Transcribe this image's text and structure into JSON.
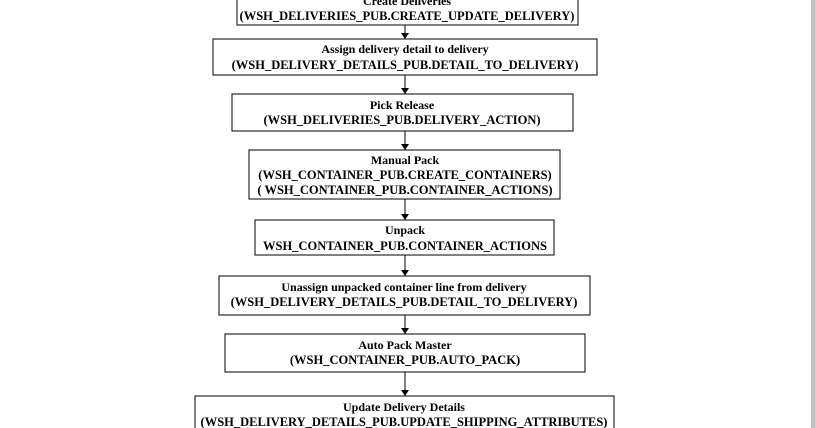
{
  "flowchart": {
    "steps": [
      {
        "title": "Create Deliveries",
        "lines": [
          "(WSH_DELIVERIES_PUB.CREATE_UPDATE_DELIVERY)"
        ]
      },
      {
        "title": "Assign delivery detail to delivery",
        "lines": [
          "(WSH_DELIVERY_DETAILS_PUB.DETAIL_TO_DELIVERY)"
        ]
      },
      {
        "title": "Pick Release",
        "lines": [
          "(WSH_DELIVERIES_PUB.DELIVERY_ACTION)"
        ]
      },
      {
        "title": "Manual Pack",
        "lines": [
          "(WSH_CONTAINER_PUB.CREATE_CONTAINERS)",
          "( WSH_CONTAINER_PUB.CONTAINER_ACTIONS)"
        ]
      },
      {
        "title": "Unpack",
        "lines": [
          "WSH_CONTAINER_PUB.CONTAINER_ACTIONS"
        ]
      },
      {
        "title": "Unassign unpacked container line from delivery",
        "lines": [
          "(WSH_DELIVERY_DETAILS_PUB.DETAIL_TO_DELIVERY)"
        ]
      },
      {
        "title": "Auto Pack Master",
        "lines": [
          "(WSH_CONTAINER_PUB.AUTO_PACK)"
        ]
      },
      {
        "title": "Update Delivery Details",
        "lines": [
          "(WSH_DELIVERY_DETAILS_PUB.UPDATE_SHIPPING_ATTRIBUTES)"
        ]
      }
    ]
  },
  "style": {
    "stroke_color": "#000000",
    "fill_color": "#ffffff",
    "text_color": "#000000",
    "border_color": "#c0c0c0"
  }
}
